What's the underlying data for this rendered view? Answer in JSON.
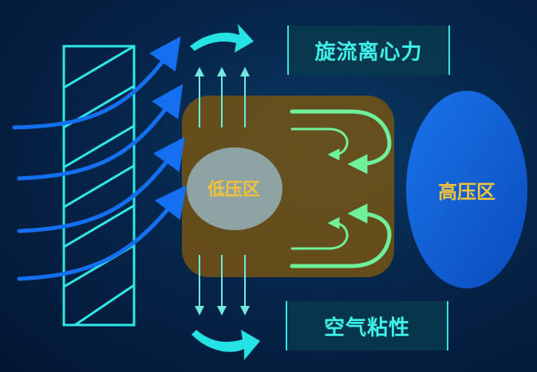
{
  "labels": {
    "top": "旋流离心力",
    "bottom": "空气粘性",
    "low_pressure": "低压区",
    "high_pressure": "高压区"
  },
  "colors": {
    "inflow_arrow": "#1470f0",
    "filter_frame": "#2ee8e8",
    "swirl_arrow": "#25e2e4",
    "circulation_arrow": "#6ff09a",
    "zone_fill": "#6a4a10",
    "low_pressure_fill": "#8aa3a3",
    "high_pressure_fill": "#0d5fd6"
  },
  "icons": {
    "inflow": "arrow-right-icon",
    "swirl": "curved-arrow-icon",
    "circulation": "u-turn-arrow-icon"
  }
}
